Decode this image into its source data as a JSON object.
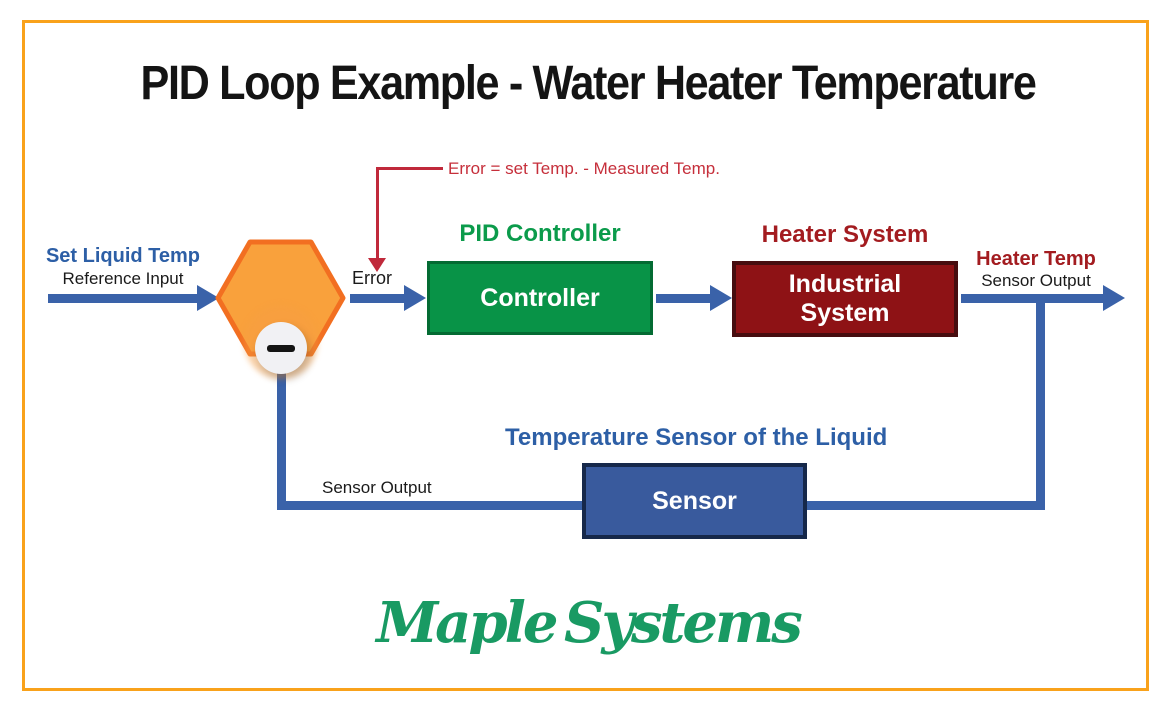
{
  "title": "PID Loop Example - Water Heater Temperature",
  "annotation": {
    "formula": "Error = set Temp. - Measured Temp.",
    "error_label": "Error"
  },
  "setpoint": {
    "label": "Set Liquid Temp",
    "sublabel": "Reference Input"
  },
  "controller": {
    "heading": "PID Controller",
    "box_label": "Controller"
  },
  "heater": {
    "heading": "Heater System",
    "box_line1": "Industrial",
    "box_line2": "System"
  },
  "output": {
    "label": "Heater Temp",
    "sublabel": "Sensor Output"
  },
  "sensor": {
    "heading": "Temperature Sensor of the Liquid",
    "box_label": "Sensor",
    "feedback_label": "Sensor Output"
  },
  "junction": {
    "operator": "minus"
  },
  "logo": {
    "text": "Maple Systems"
  },
  "colors": {
    "frame_orange": "#F9A21B",
    "arrow_blue": "#3A62A9",
    "hexagon_fill": "#F9A13C",
    "hexagon_stroke": "#F26F21",
    "controller_fill": "#089347",
    "controller_border": "#046B33",
    "controller_heading_green": "#0B9B4B",
    "heater_fill": "#8E1215",
    "heater_border": "#470D0F",
    "heater_heading_red": "#A31C20",
    "sensor_fill": "#395A9D",
    "sensor_border": "#16284A",
    "blue_text": "#2D5FA6",
    "annotation_red": "#C62F3B",
    "logo_green": "#199A63"
  }
}
